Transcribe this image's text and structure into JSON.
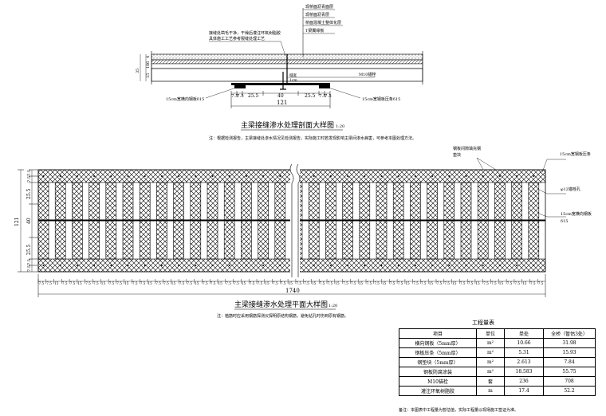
{
  "section": {
    "layers": [
      "现桥面沥青面层",
      "现桥面沥青层",
      "桥面混凝土整体化层",
      "T梁翼缘板"
    ],
    "callout": [
      "接缝处凿毛干净，干燥后灌注环氧树脂胶",
      "具体施工工艺参考裂缝处理工艺"
    ],
    "seam_label": "缝宽",
    "seam_value": "1cm",
    "bolt_label": "M10锚栓",
    "left_plate_label": "15cm宽横向钢板δ15",
    "right_plate_label": "15cm宽钢板压条δ15",
    "dims": [
      "7.5",
      "7.5",
      "25.5",
      "40",
      "25.5",
      "7.5",
      "7.5"
    ],
    "total": "121",
    "vertical_dims": [
      "15",
      "10",
      "6",
      "4"
    ],
    "vertical_total": "35"
  },
  "section_title": "主梁接缝渗水处理剖面大样图",
  "section_scale": "1:20",
  "section_note": "注：根据检测报告，主梁接缝处渗水情况见检测报告，实际施工时若发现影响主梁间渗水病害，可参考本图处理方法。",
  "plan": {
    "label_gap_fill": [
      "钢板间隙填充钢",
      "垫块"
    ],
    "label_strip": "15cm宽钢板压条",
    "label_hole": "φ12锚栓孔",
    "label_cross": [
      "15cm宽横向钢板",
      "δ15"
    ],
    "left_dims": [
      "7.5",
      "7.5",
      "25.5",
      "40",
      "25.5",
      "7.5",
      "7.5"
    ],
    "left_total": "121",
    "bottom_seq": [
      "7.5",
      "7.5",
      "15",
      "7.5",
      "7.5",
      "15",
      "7.5",
      "7.5",
      "15",
      "7.5",
      "7.5",
      "15",
      "7.5",
      "7.5",
      "15",
      "7.5",
      "7.5",
      "15",
      "7.5",
      "7.5",
      "15",
      "7.5",
      "7.5",
      "15",
      "7.5",
      "7.5",
      "15",
      "7.5",
      "7.5",
      "15",
      "7.5",
      "7.5",
      "15",
      "7.5",
      "7.5",
      "15",
      "7.5",
      "7.5",
      "15",
      "7.5",
      "7.5",
      "15",
      "7.5",
      "7.5",
      "15",
      "7.5",
      "7.5",
      "15",
      "7.5",
      "7.5",
      "15",
      "7.5",
      "7.5",
      "15",
      "7.5",
      "7.5",
      "15",
      "7.5",
      "7.5",
      "15",
      "7.5",
      "7.5",
      "15",
      "7.5",
      "7.5"
    ],
    "total": "1740"
  },
  "plan_title": "主梁接缝渗水处理平面大样图",
  "plan_scale": "1:20",
  "plan_note": "注：植筋时应采用钢筋探测仪探明原结构钢筋，避免钻孔时伤到原有钢筋。",
  "quantities": {
    "title": "工程量表",
    "headers": [
      "项目",
      "单位",
      "单处",
      "全桥（暂估3处）"
    ],
    "rows": [
      [
        "横向钢板（5mm厚）",
        "m²",
        "10.66",
        "31.98"
      ],
      [
        "钢板压条（5mm厚）",
        "m²",
        "5.31",
        "15.93"
      ],
      [
        "钢垫块（5mm厚）",
        "m²",
        "2.613",
        "7.84"
      ],
      [
        "钢板防腐涂装",
        "m²",
        "18.583",
        "55.75"
      ],
      [
        "M10锚栓",
        "套",
        "236",
        "708"
      ],
      [
        "灌注环氧树脂胶",
        "m",
        "17.4",
        "52.2"
      ]
    ],
    "note": "备注：本图表中工程量为暂估值，实际工程量以现场施工签证为准。"
  }
}
